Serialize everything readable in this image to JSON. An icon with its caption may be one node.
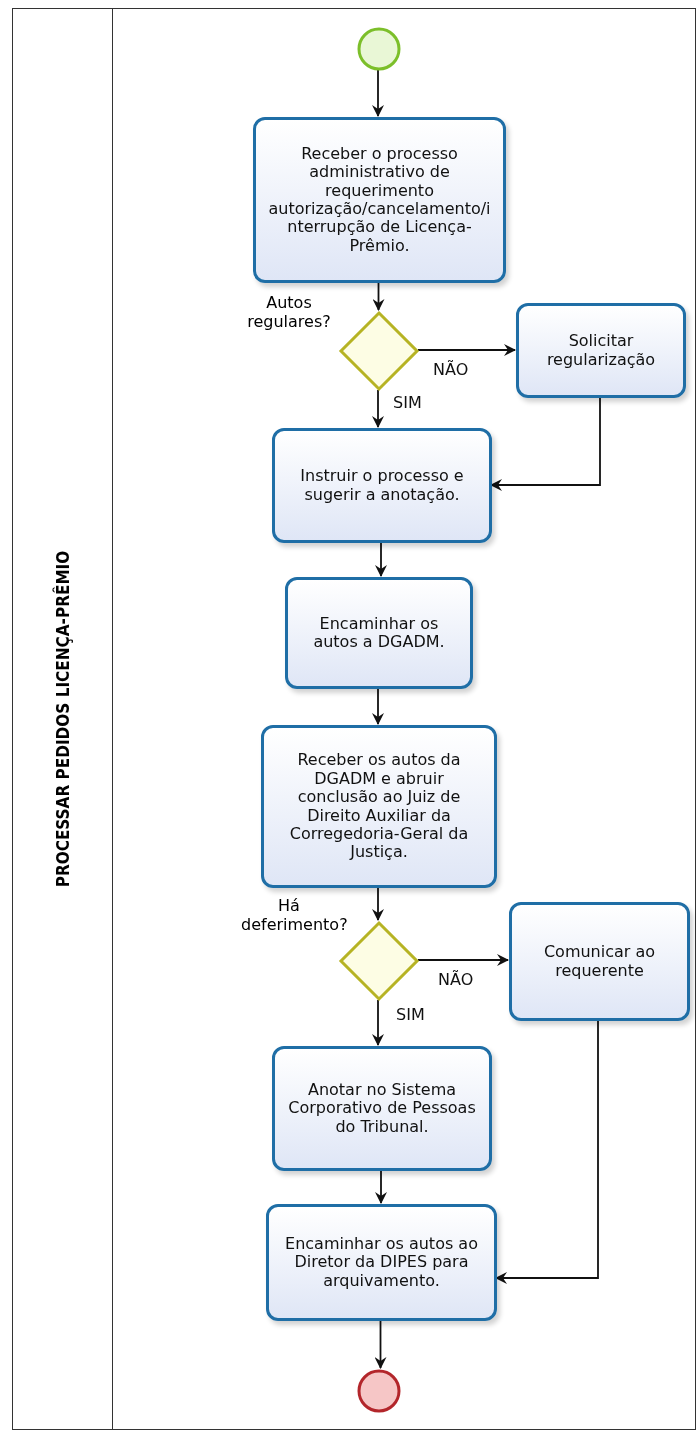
{
  "diagram": {
    "nodes": [
      {
        "text": [
          "PROCESSAR PEDIDOS LICENÇA-PRÊMIO"
        ]
      },
      {
        "text": [],
        "shape": "circle",
        "in": 0
      },
      {
        "text": [
          "Receber o processo administrativo de requerimento autorização/cancelamento/interrupção de Licença-Prêmio."
        ],
        "in": 0
      },
      {
        "text": [],
        "shape": "diamond",
        "beside": [
          "Autos regulares?"
        ],
        "in": 0
      },
      {
        "text": [
          "Solicitar regularização"
        ],
        "in": 0
      },
      {
        "text": [
          "Instruir o processo e sugerir a anotação."
        ],
        "in": 0
      },
      {
        "text": [
          "Encaminhar os autos a DGADM."
        ],
        "in": 0
      },
      {
        "text": [
          "Receber os autos da DGADM e abruir conclusão ao Juiz de Direito Auxiliar da Corregedoria-Geral da Justiça."
        ],
        "in": 0
      },
      {
        "text": [],
        "shape": "diamond",
        "beside": [
          "Há deferimento?"
        ],
        "in": 0
      },
      {
        "text": [
          "Comunicar ao requerente"
        ],
        "in": 0
      },
      {
        "text": [
          "Anotar no Sistema Corporativo de Pessoas do Tribunal."
        ],
        "in": 0
      },
      {
        "text": [
          "Encaminhar os autos ao Diretor da DIPES para arquivamento."
        ],
        "in": 0
      },
      {
        "text": [],
        "shape": "circle",
        "in": 0
      }
    ],
    "edges": [
      {
        "from": 1,
        "to": 2,
        "arrow": "to"
      },
      {
        "from": 2,
        "to": 3,
        "arrow": "to"
      },
      {
        "from": 3,
        "to": 4,
        "arrow": "to",
        "label": "NÃO"
      },
      {
        "from": 3,
        "to": 5,
        "arrow": "to",
        "label": "SIM"
      },
      {
        "from": 4,
        "to": 5,
        "arrow": "to"
      },
      {
        "from": 5,
        "to": 6,
        "arrow": "to"
      },
      {
        "from": 6,
        "to": 7,
        "arrow": "to"
      },
      {
        "from": 7,
        "to": 8,
        "arrow": "to"
      },
      {
        "from": 8,
        "to": 9,
        "arrow": "to",
        "label": "NÃO"
      },
      {
        "from": 8,
        "to": 10,
        "arrow": "to",
        "label": "SIM"
      },
      {
        "from": 10,
        "to": 11,
        "arrow": "to"
      },
      {
        "from": 9,
        "to": 11,
        "arrow": "to"
      },
      {
        "from": 11,
        "to": 12,
        "arrow": "to"
      }
    ]
  }
}
